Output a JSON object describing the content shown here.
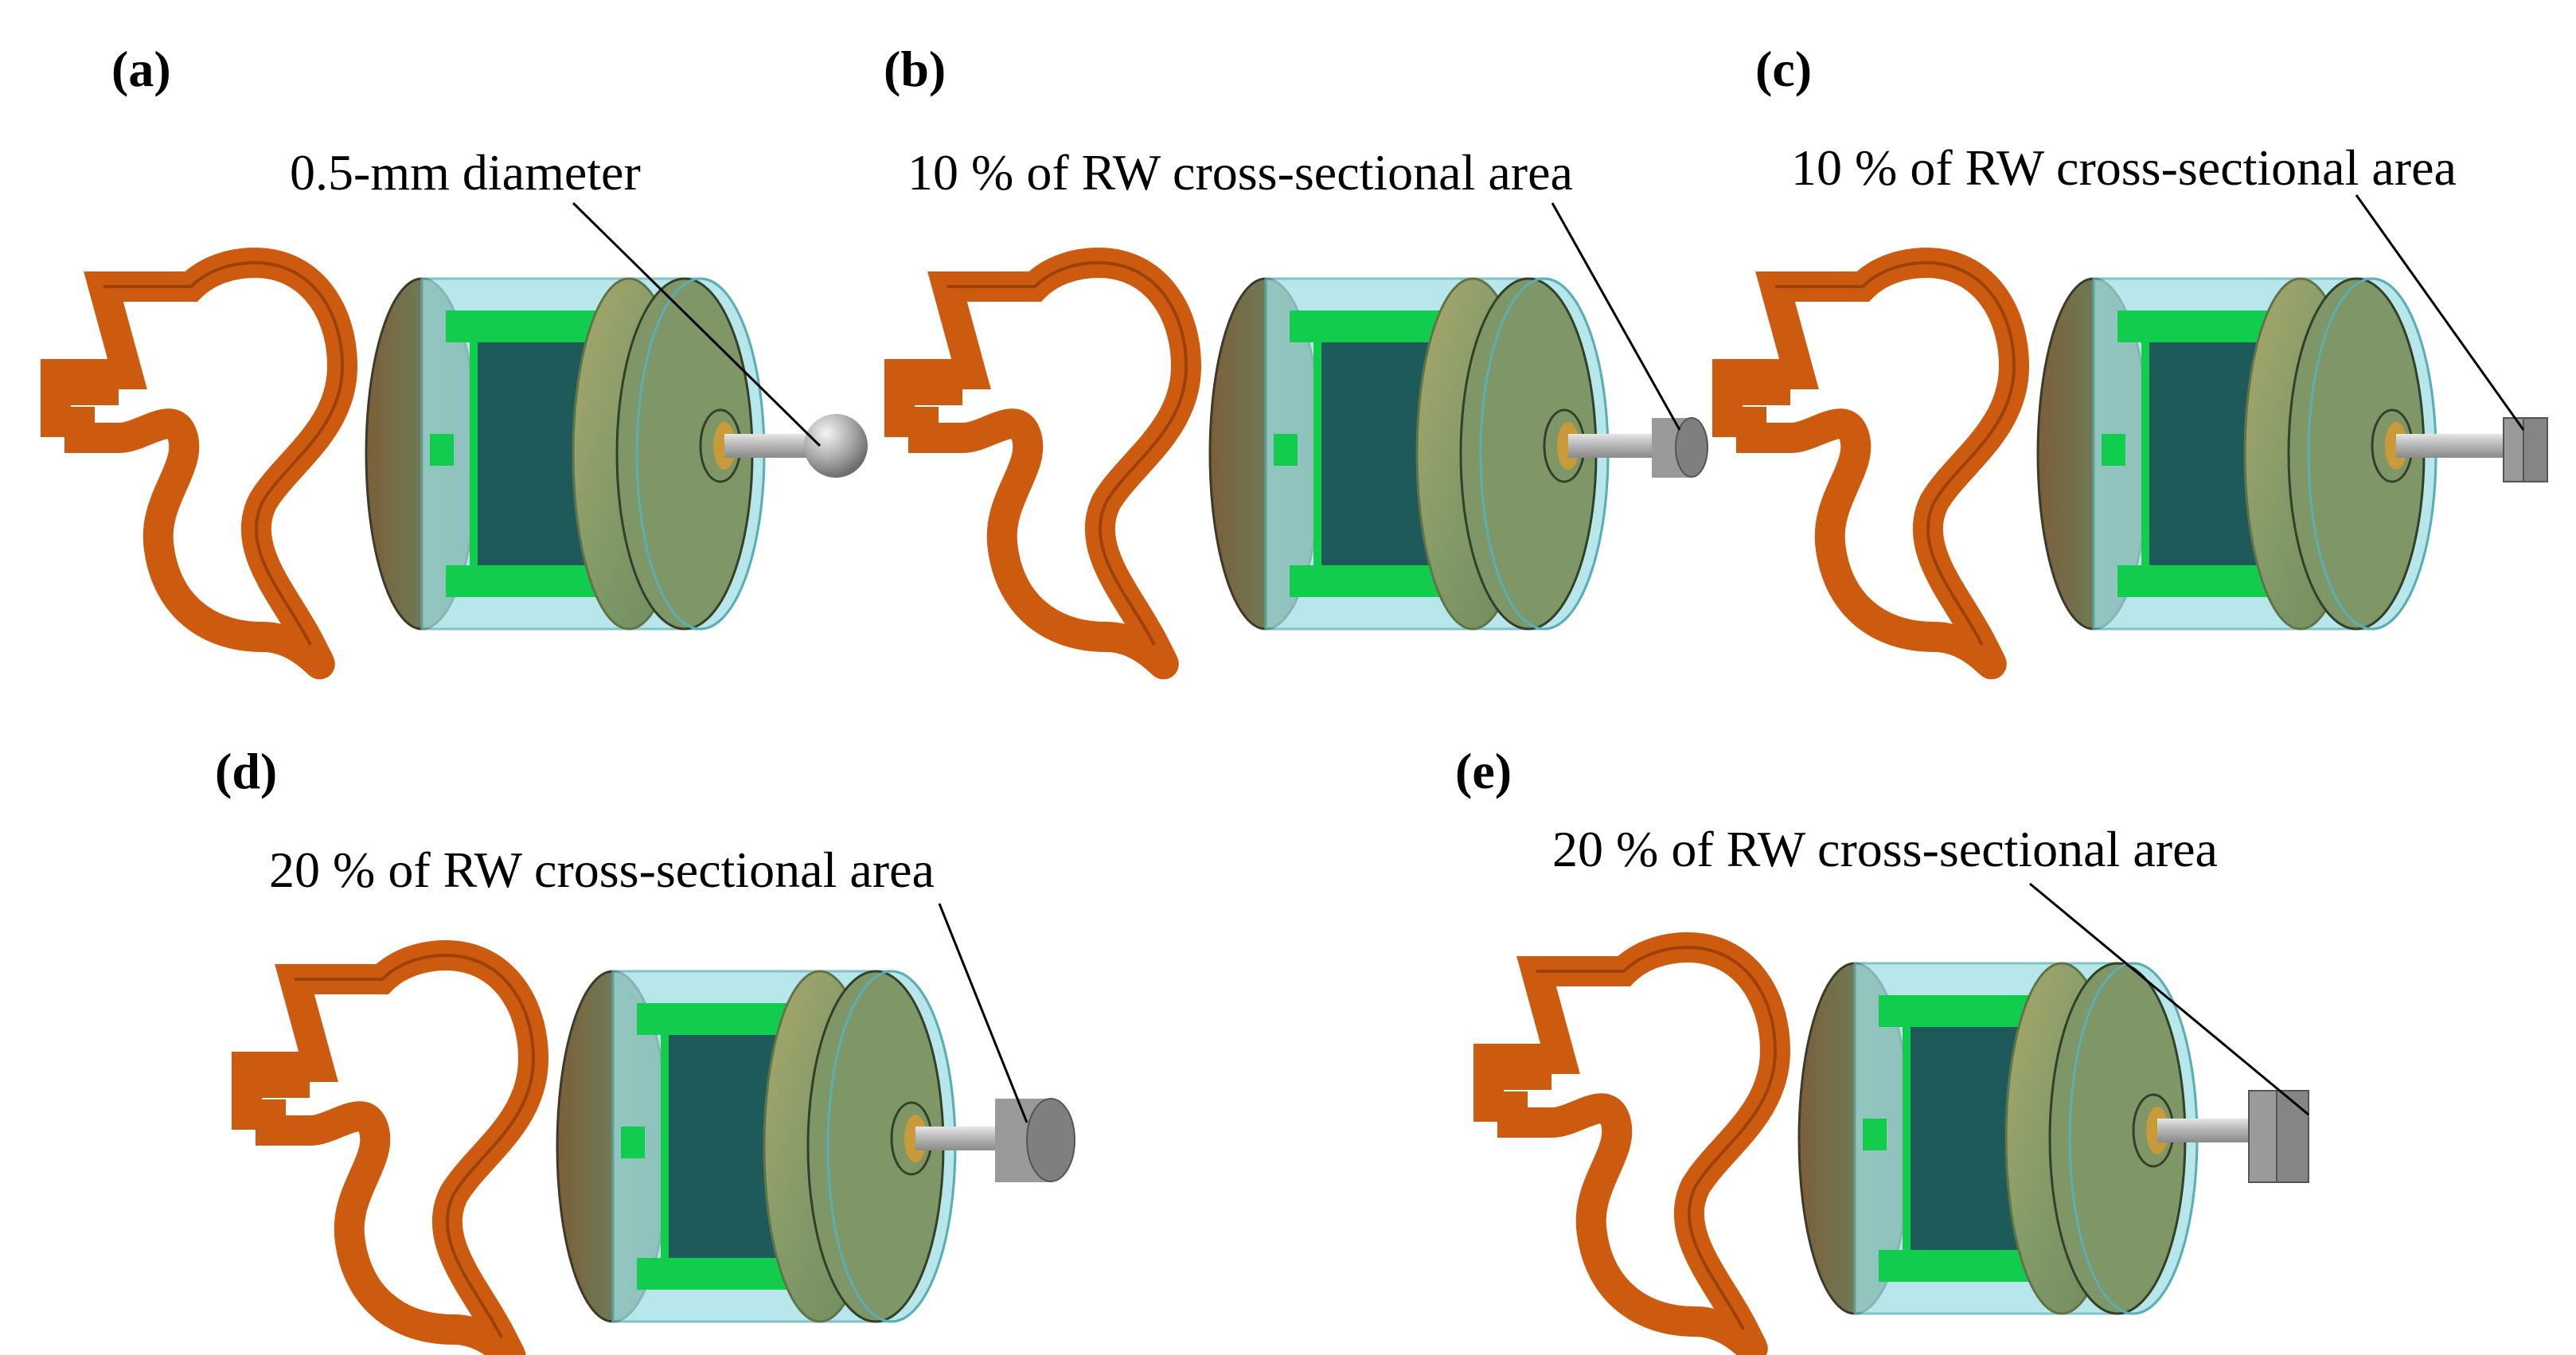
{
  "figure": {
    "panels": [
      {
        "label": "(a)",
        "annotation": "0.5-mm diameter",
        "tip": "sphere"
      },
      {
        "label": "(b)",
        "annotation": "10 % of RW cross-sectional area",
        "tip": "cylinder"
      },
      {
        "label": "(c)",
        "annotation": "10 % of RW cross-sectional area",
        "tip": "cube"
      },
      {
        "label": "(d)",
        "annotation": "20 % of RW cross-sectional area",
        "tip": "cylinder"
      },
      {
        "label": "(e)",
        "annotation": "20 % of RW cross-sectional area",
        "tip": "cube"
      }
    ]
  },
  "colors": {
    "coil": "#cc5a0f",
    "coil_dark": "#9c4208",
    "housing": "#9fdfe3",
    "housing_edge": "#5aaeb5",
    "disc": "#7f9666",
    "disc_edge": "#5f7448",
    "disc_highlight": "#b5b46a",
    "bracket": "#12cc4e",
    "magnet": "#1e5a5a",
    "rod": "#b8b8b8",
    "tip": "#9a9a9a"
  }
}
